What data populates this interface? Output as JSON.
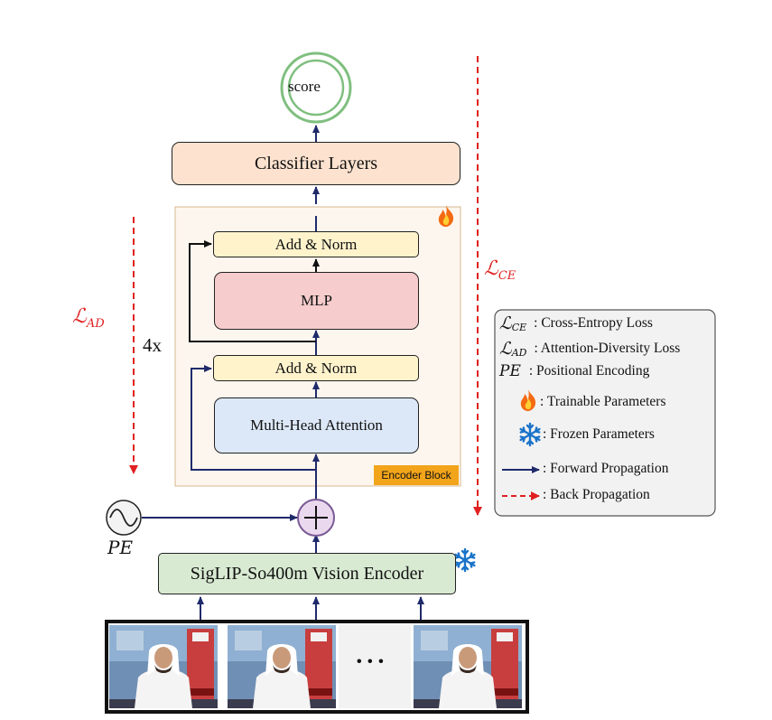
{
  "score": {
    "label": "score"
  },
  "classifier": {
    "label": "Classifier Layers"
  },
  "encoder_block": {
    "tag": "Encoder Block",
    "repeat": "4x",
    "add_norm_top": "Add & Norm",
    "mlp": "MLP",
    "add_norm_bottom": "Add & Norm",
    "mha": "Multi-Head Attention"
  },
  "vision_encoder": {
    "label": "SigLIP-So400m Vision Encoder"
  },
  "pe": {
    "label": "PE"
  },
  "frames": {
    "ellipsis": "• • •"
  },
  "losses": {
    "ad": {
      "script": "ℒ",
      "sub": "AD"
    },
    "ce": {
      "script": "ℒ",
      "sub": "CE"
    }
  },
  "legend": {
    "ce": {
      "sym": "ℒ",
      "sub": "CE",
      "text": ": Cross-Entropy Loss"
    },
    "ad": {
      "sym": "ℒ",
      "sub": "AD",
      "text": ": Attention-Diversity Loss"
    },
    "pe": {
      "sym": "PE",
      "text": ": Positional Encoding"
    },
    "trainable": {
      "text": ": Trainable Parameters"
    },
    "frozen": {
      "text": ": Frozen Parameters"
    },
    "forward": {
      "text": ": Forward Propagation"
    },
    "back": {
      "text": ": Back Propagation"
    }
  },
  "colors": {
    "navy": "#1f2a6b",
    "red_dash": "#e02020",
    "classifier_fill": "#fde3cf",
    "add_norm_fill": "#fff3cc",
    "mlp_fill": "#f6cccc",
    "mha_fill": "#dce8f7",
    "vision_fill": "#d8ead2",
    "encoder_bg": "#fdf6ee",
    "encoder_tag": "#f2a41a"
  },
  "icons": [
    "fire-icon",
    "snowflake-icon",
    "sine-wave-icon",
    "plus-circle-icon",
    "double-circle-icon"
  ]
}
